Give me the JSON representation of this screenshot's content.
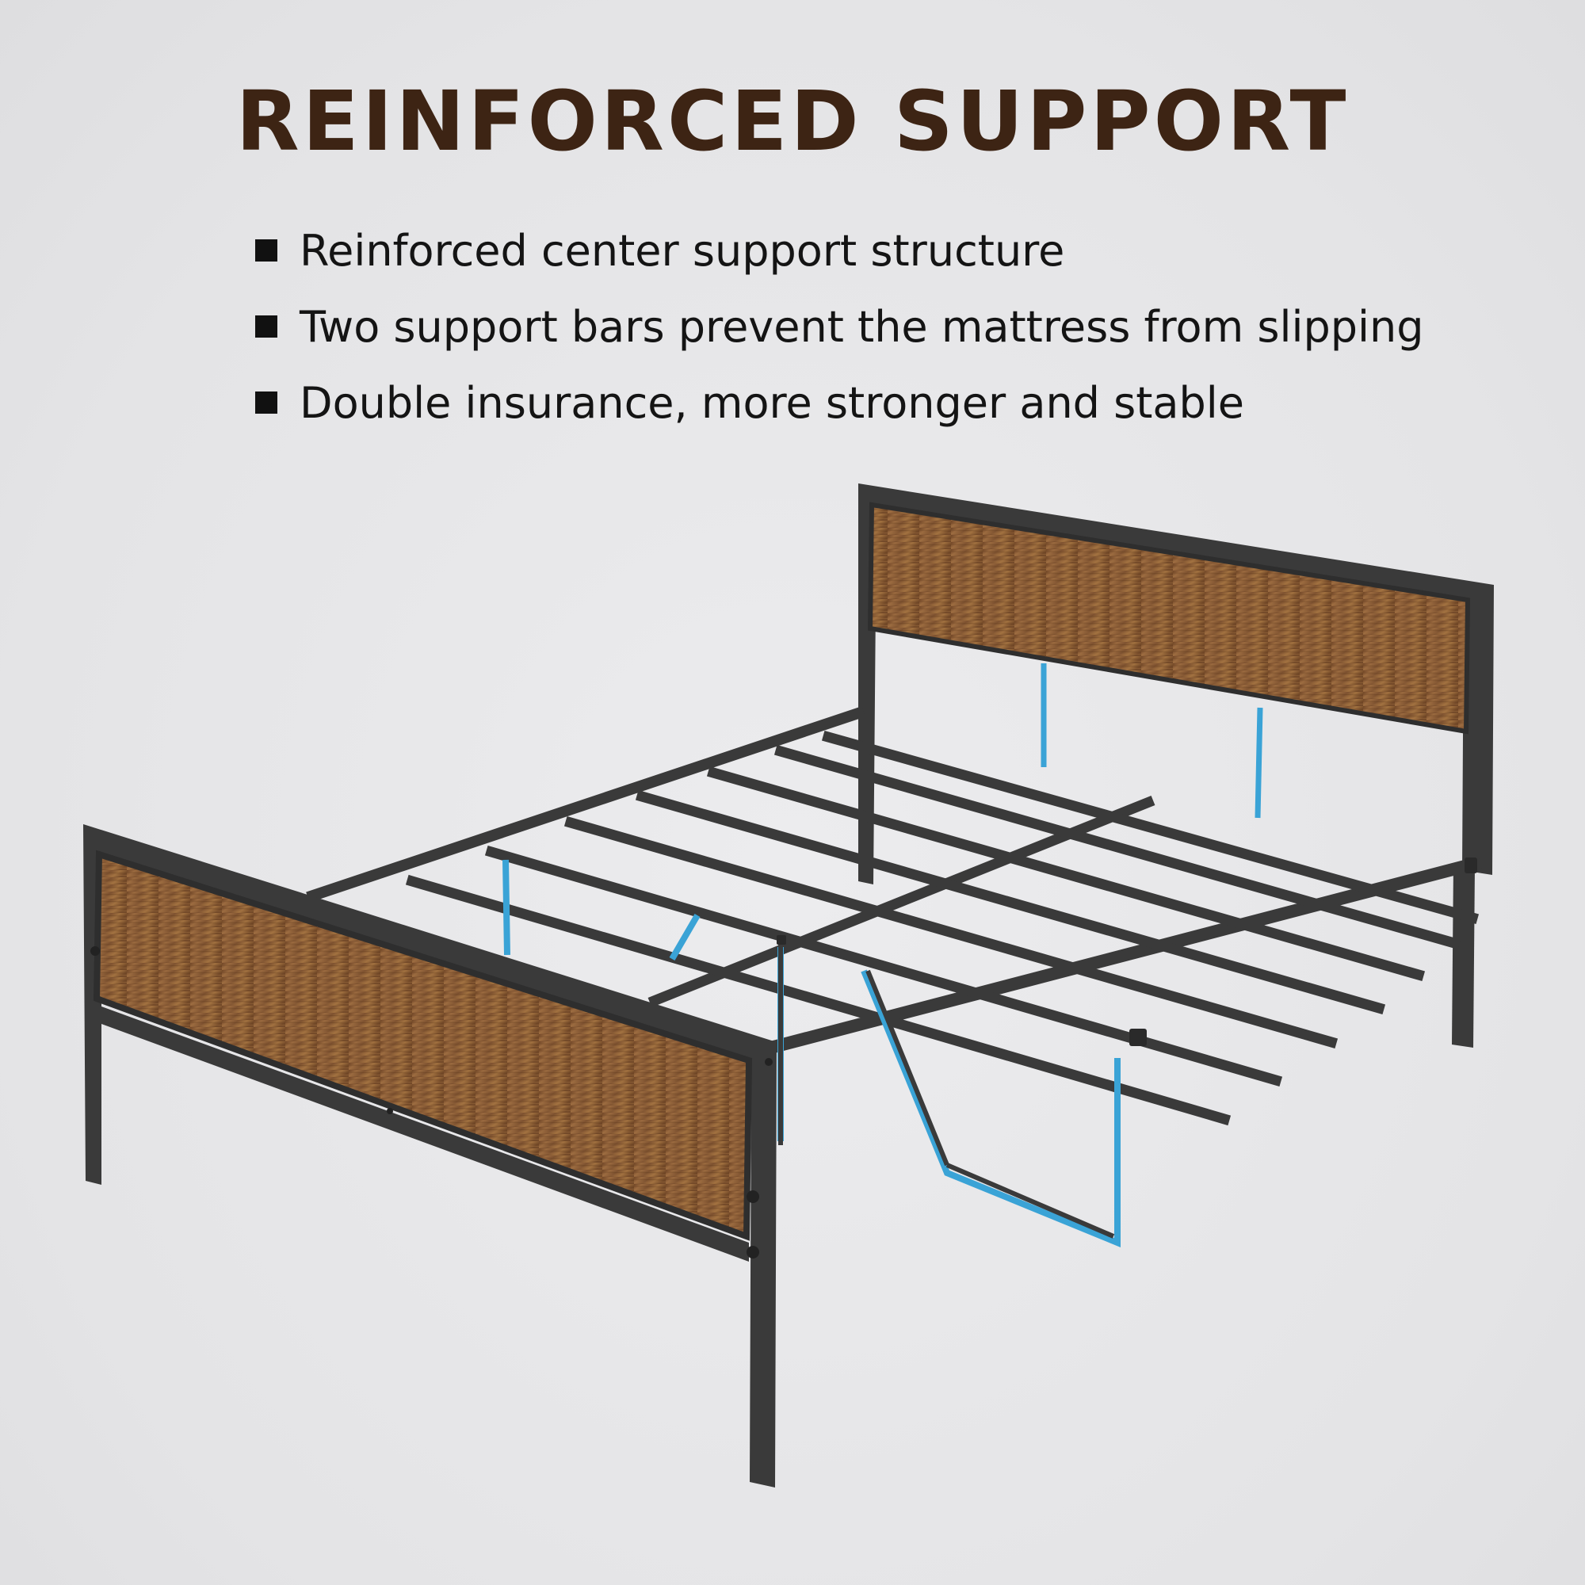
{
  "headline": "REINFORCED SUPPORT",
  "features": [
    "Reinforced center support structure",
    "Two support bars prevent the mattress from slipping",
    "Double insurance, more stronger and stable"
  ],
  "colors": {
    "background": "#e6e6e8",
    "headline": "#3d2414",
    "metal_frame": "#3a3a3a",
    "wood_panel": "#8a5a34",
    "highlight": "#3aa3d6"
  },
  "illustration": {
    "subject": "metal-platform-bed-frame-icon",
    "highlighted_parts": [
      "center-support-legs",
      "headboard-support-bars"
    ]
  }
}
